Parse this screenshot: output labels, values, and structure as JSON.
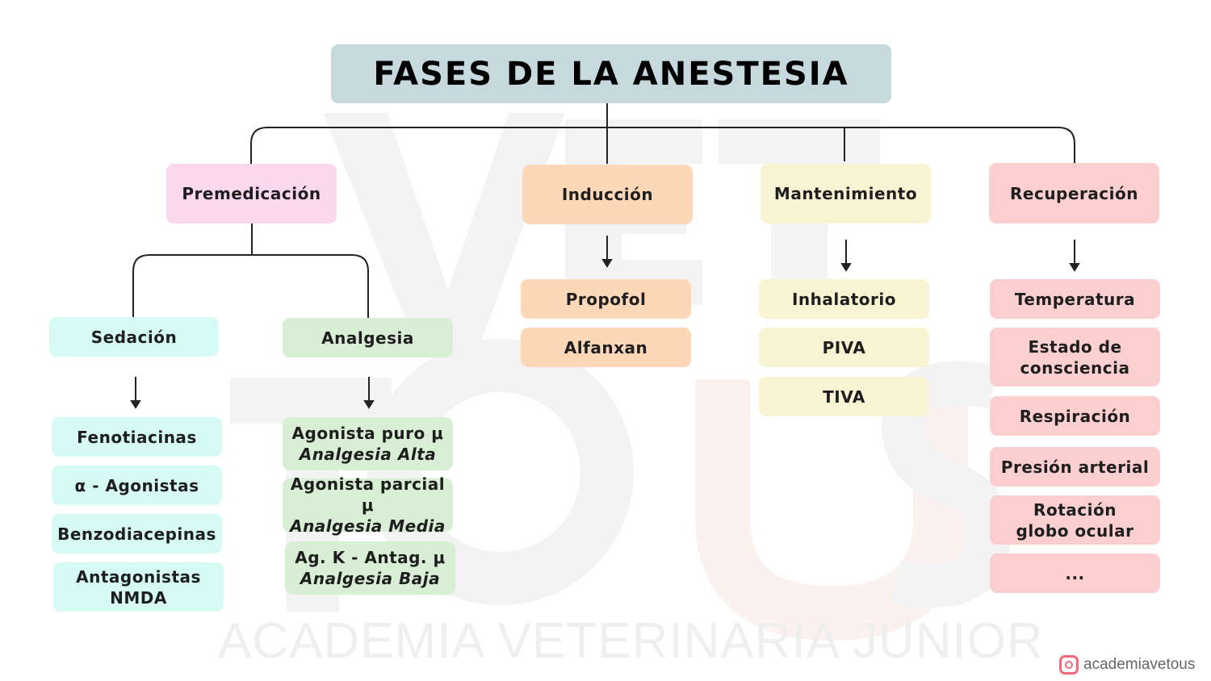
{
  "title": "FASES DE LA ANESTESIA",
  "watermark": {
    "logo": "VET TO US",
    "subtitle": "ACADEMIA VETERINARIA JUNIOR"
  },
  "phases": {
    "premedicacion": {
      "label": "Premedicación",
      "sedacion": {
        "label": "Sedación",
        "items": [
          "Fenotiacinas",
          "α - Agonistas",
          "Benzodiacepinas",
          "Antagonistas NMDA"
        ]
      },
      "analgesia": {
        "label": "Analgesia",
        "items": [
          {
            "drug": "Agonista puro μ",
            "level": "Analgesia Alta"
          },
          {
            "drug": "Agonista parcial μ",
            "level": "Analgesia Media"
          },
          {
            "drug": "Ag. K - Antag. μ",
            "level": "Analgesia Baja"
          }
        ]
      }
    },
    "induccion": {
      "label": "Inducción",
      "items": [
        "Propofol",
        "Alfanxan"
      ]
    },
    "mantenimiento": {
      "label": "Mantenimiento",
      "items": [
        "Inhalatorio",
        "PIVA",
        "TIVA"
      ]
    },
    "recuperacion": {
      "label": "Recuperación",
      "items": [
        "Temperatura",
        "Estado de consciencia",
        "Respiración",
        "Presión arterial",
        "Rotación globo ocular",
        "..."
      ]
    }
  },
  "footer": {
    "instagram": "academiavetous"
  }
}
